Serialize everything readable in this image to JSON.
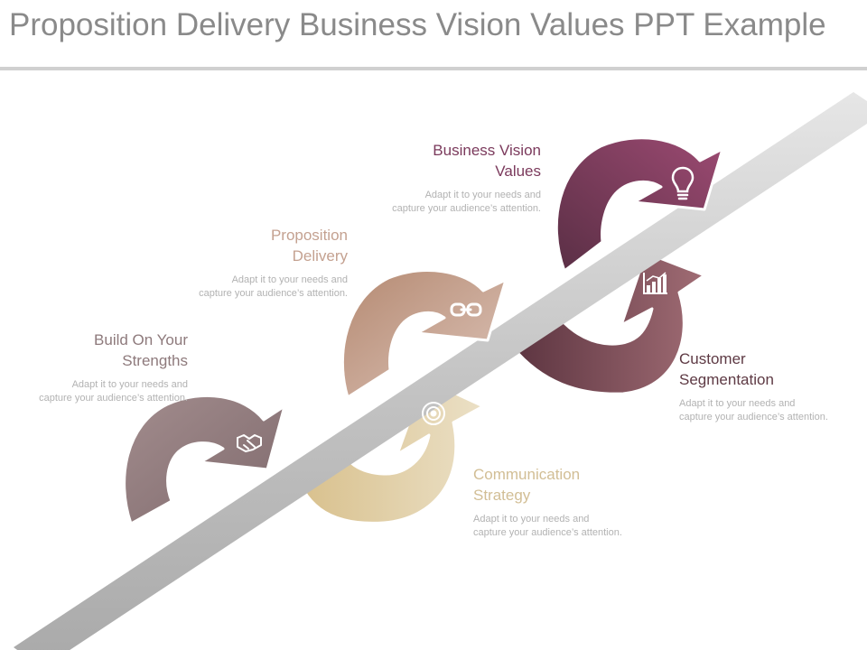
{
  "title": "Proposition Delivery Business Vision Values PPT Example",
  "colors": {
    "build": "#8f7878",
    "proposition": "#c9a89a",
    "communication": "#d8c8a5",
    "business": "#7a3d5e",
    "customer": "#8b5a66",
    "band": "#c2c2c2"
  },
  "steps": [
    {
      "name": "build",
      "heading_line1": "Build On Your",
      "heading_line2": "Strengths",
      "desc_line1": "Adapt it to your needs and",
      "desc_line2": "capture your audience’s attention.",
      "icon": "handshake-icon",
      "color": "#8e7a7c"
    },
    {
      "name": "proposition",
      "heading_line1": "Proposition",
      "heading_line2": "Delivery",
      "desc_line1": "Adapt it to your needs and",
      "desc_line2": "capture your audience’s attention.",
      "icon": "link-icon",
      "color": "#c4a190"
    },
    {
      "name": "communication",
      "heading_line1": "Communication",
      "heading_line2": "Strategy",
      "desc_line1": "Adapt it to your needs and",
      "desc_line2": "capture your audience’s attention.",
      "icon": "target-icon",
      "color": "#d2be95"
    },
    {
      "name": "business",
      "heading_line1": "Business Vision",
      "heading_line2": "Values",
      "desc_line1": "Adapt it to your needs and",
      "desc_line2": "capture your audience’s attention.",
      "icon": "lightbulb-icon",
      "color": "#7b3a5c"
    },
    {
      "name": "customer",
      "heading_line1": "Customer",
      "heading_line2": "Segmentation",
      "desc_line1": "Adapt it to your needs and",
      "desc_line2": "capture your audience’s attention.",
      "icon": "bar-chart-icon",
      "color": "#5e3a44"
    }
  ]
}
